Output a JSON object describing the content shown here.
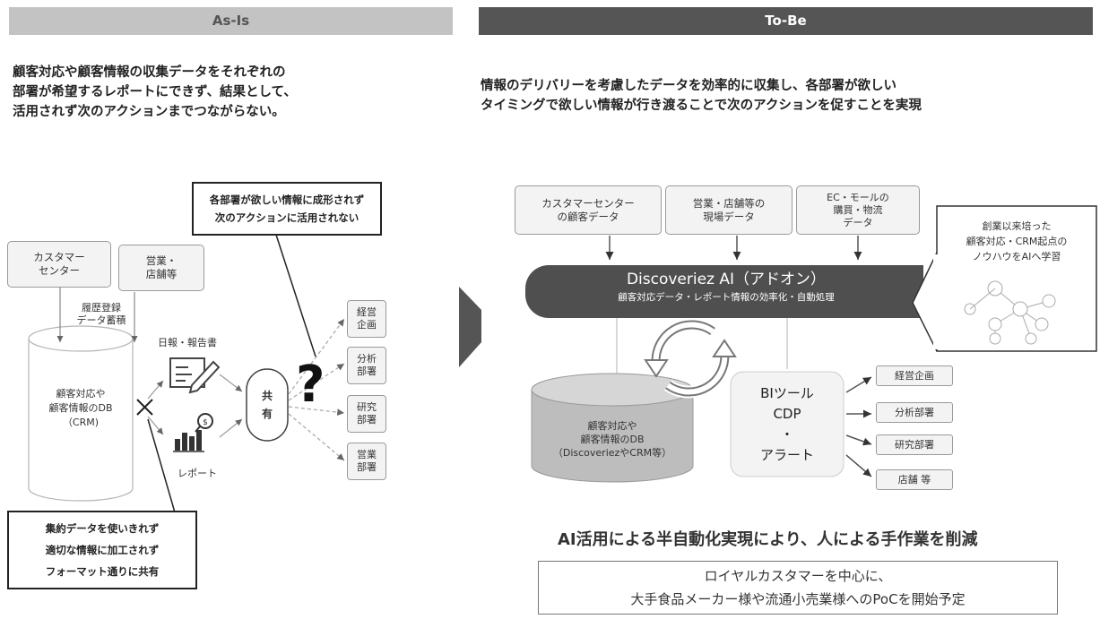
{
  "as_is": {
    "header": "As-Is",
    "description": [
      "顧客対応や顧客情報の収集データをそれぞれの",
      "部署が希望するレポートにできず、結果として、",
      "活用されず次のアクションまでつながらない。"
    ],
    "sources": [
      {
        "lines": [
          "カスタマー",
          "センター"
        ]
      },
      {
        "lines": [
          "営業・",
          "店舗等"
        ]
      }
    ],
    "history_label": [
      "履歴登録",
      "データ蓄積"
    ],
    "db_label": [
      "顧客対応や",
      "顧客情報のDB",
      "（CRM)"
    ],
    "daily_report_label": "日報・報告書",
    "report_label": "レポート",
    "share_label": [
      "共",
      "有"
    ],
    "question_mark": "?",
    "departments": [
      {
        "lines": [
          "経営",
          "企画"
        ]
      },
      {
        "lines": [
          "分析",
          "部署"
        ]
      },
      {
        "lines": [
          "研究",
          "部署"
        ]
      },
      {
        "lines": [
          "営業",
          "部署"
        ]
      }
    ],
    "callout_top": [
      "各部署が欲しい情報に成形されず",
      "次のアクションに活用されない"
    ],
    "callout_bottom": [
      "集約データを使いきれず",
      "適切な情報に加工されず",
      "フォーマット通りに共有"
    ]
  },
  "to_be": {
    "header": "To-Be",
    "description": [
      "情報のデリバリーを考慮したデータを効率的に収集し、各部署が欲しい",
      "タイミングで欲しい情報が行き渡ることで次のアクションを促すことを実現"
    ],
    "sources": [
      {
        "lines": [
          "カスタマーセンター",
          "の顧客データ"
        ]
      },
      {
        "lines": [
          "営業・店舗等の",
          "現場データ"
        ]
      },
      {
        "lines": [
          "EC・モールの",
          "購買・物流",
          "データ"
        ]
      }
    ],
    "ai_title": "Discoveriez AI（アドオン）",
    "ai_subtitle": "顧客対応データ・レポート情報の効率化・自動処理",
    "knowhow": [
      "創業以来培った",
      "顧客対応・CRM起点の",
      "ノウハウをAIへ学習"
    ],
    "db_label": [
      "顧客対応や",
      "顧客情報のDB",
      "（DiscoveriezやCRM等）"
    ],
    "bi_label": [
      "BIツール",
      "CDP",
      "・",
      "アラート"
    ],
    "departments": [
      "経営企画",
      "分析部署",
      "研究部署",
      "店舗 等"
    ],
    "summary": "AI活用による半自動化実現により、人による手作業を削減",
    "poc": [
      "ロイヤルカスタマーを中心に、",
      "大手食品メーカー様や流通小売業様へのPoCを開始予定"
    ]
  },
  "colors": {
    "as_is_header_bg": "#c3c3c3",
    "to_be_header_bg": "#555555",
    "ai_bar": "#4f4f4f",
    "db_fill_to_be": "#bdbdbd",
    "box_fill": "#f3f3f3"
  }
}
